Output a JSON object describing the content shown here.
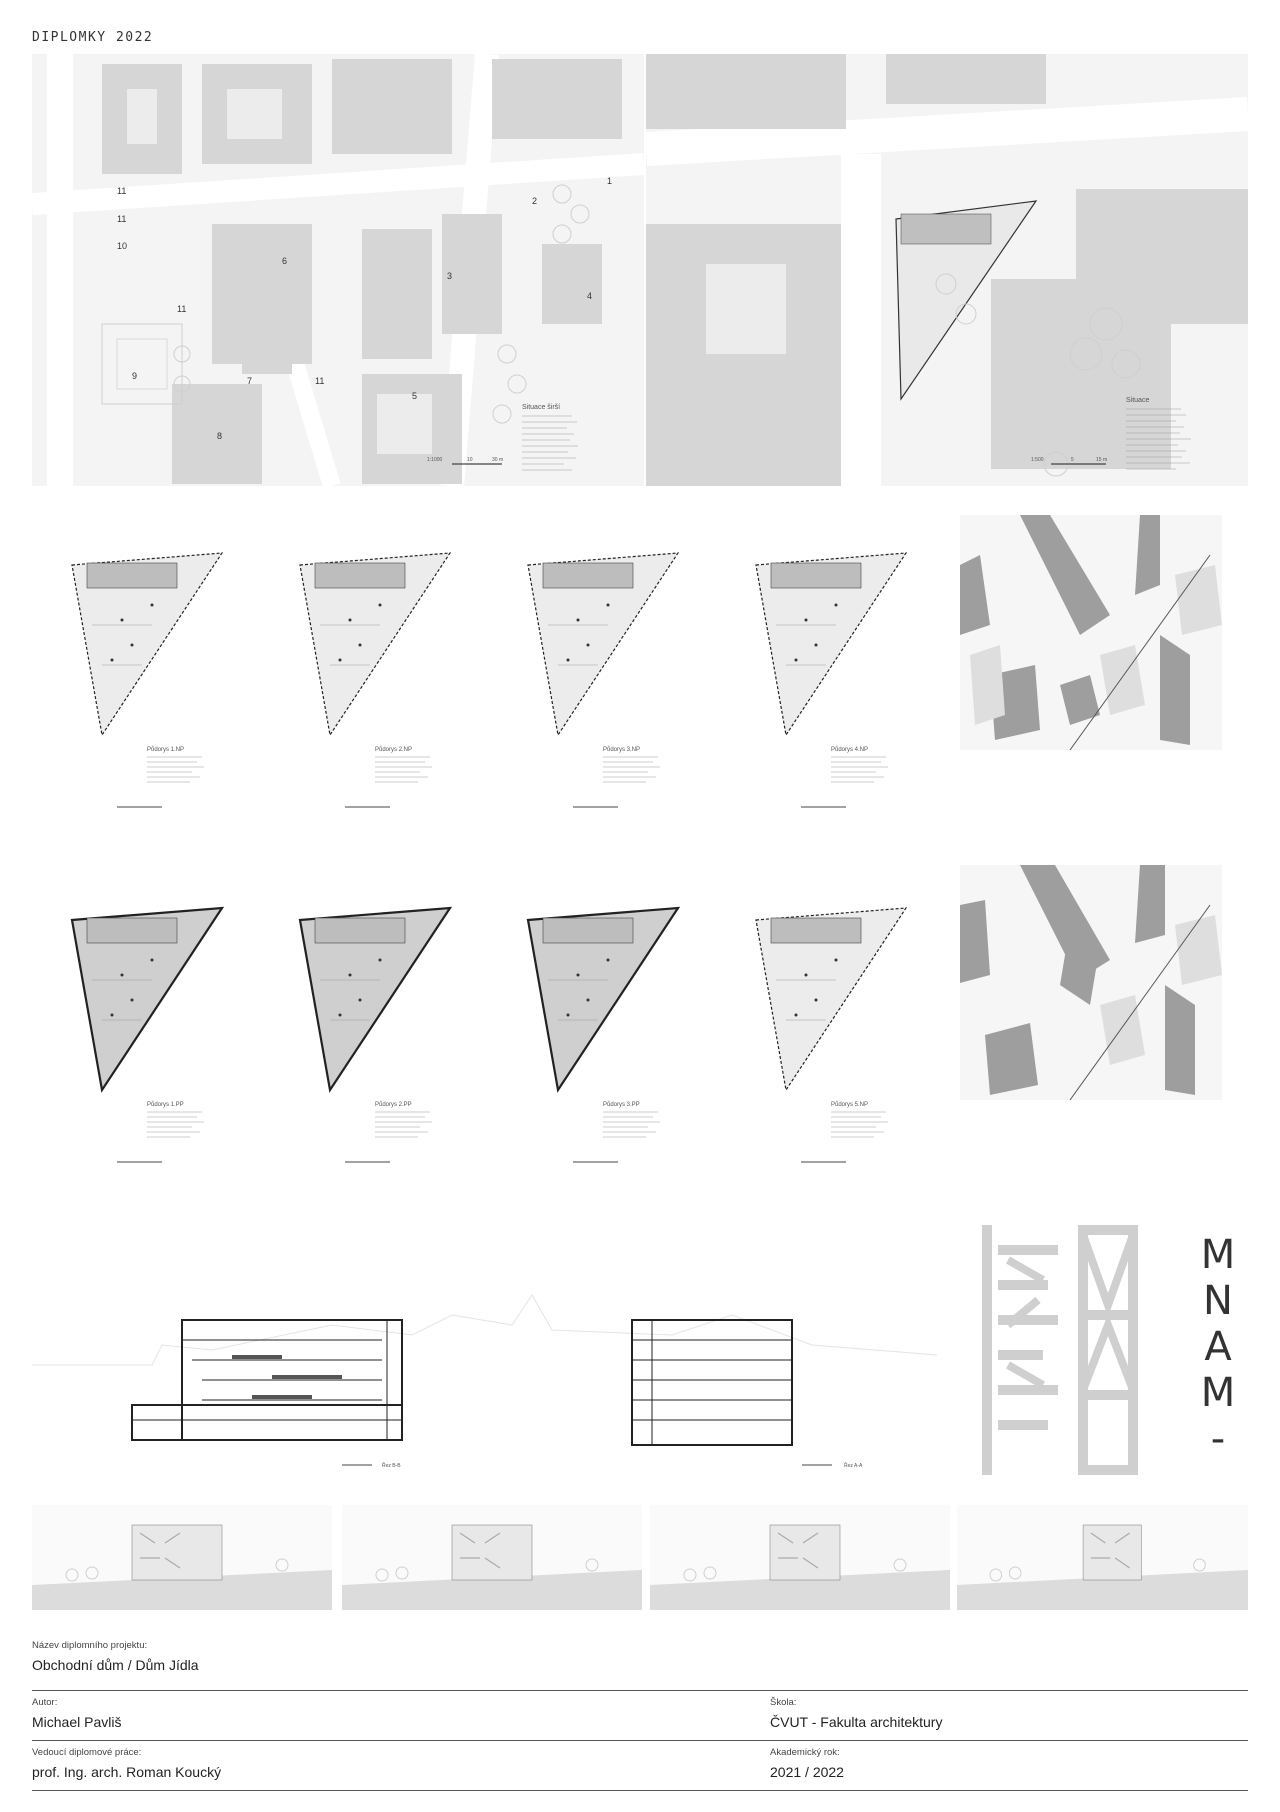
{
  "header": {
    "label": "DIPLOMKY 2022"
  },
  "site_plan_wide": {
    "numbers": [
      "1",
      "2",
      "3",
      "4",
      "5",
      "6",
      "7",
      "8",
      "9",
      "10",
      "11",
      "11",
      "11",
      "11"
    ],
    "legend_title": "Situace širší",
    "scale_text": "1:1000",
    "scale_marks": [
      "10",
      "30 m"
    ]
  },
  "site_plan_close": {
    "legend_title": "Situace",
    "scale_text": "1:500",
    "scale_marks": [
      "5",
      "15 m"
    ]
  },
  "floor_plans_row1": [
    {
      "title": "Půdorys 1.NP"
    },
    {
      "title": "Půdorys 2.NP"
    },
    {
      "title": "Půdorys 3.NP"
    },
    {
      "title": "Půdorys 4.NP"
    }
  ],
  "floor_plans_row2": [
    {
      "title": "Půdorys 1.PP"
    },
    {
      "title": "Půdorys 2.PP"
    },
    {
      "title": "Půdorys 3.PP"
    },
    {
      "title": "Půdorys 5.NP"
    }
  ],
  "sections": [
    {
      "title": "Řez B-B"
    },
    {
      "title": "Řez A-A"
    }
  ],
  "logo": {
    "letters": [
      "M",
      "N",
      "A",
      "M",
      "-"
    ]
  },
  "info": {
    "project_label": "Název diplomního projektu:",
    "project_value": "Obchodní dům / Dům Jídla",
    "author_label": "Autor:",
    "author_value": "Michael Pavliš",
    "school_label": "Škola:",
    "school_value": "ČVUT - Fakulta architektury",
    "supervisor_label": "Vedoucí diplomové práce:",
    "supervisor_value": "prof. Ing. arch. Roman Koucký",
    "year_label": "Akademický rok:",
    "year_value": "2021 / 2022"
  }
}
